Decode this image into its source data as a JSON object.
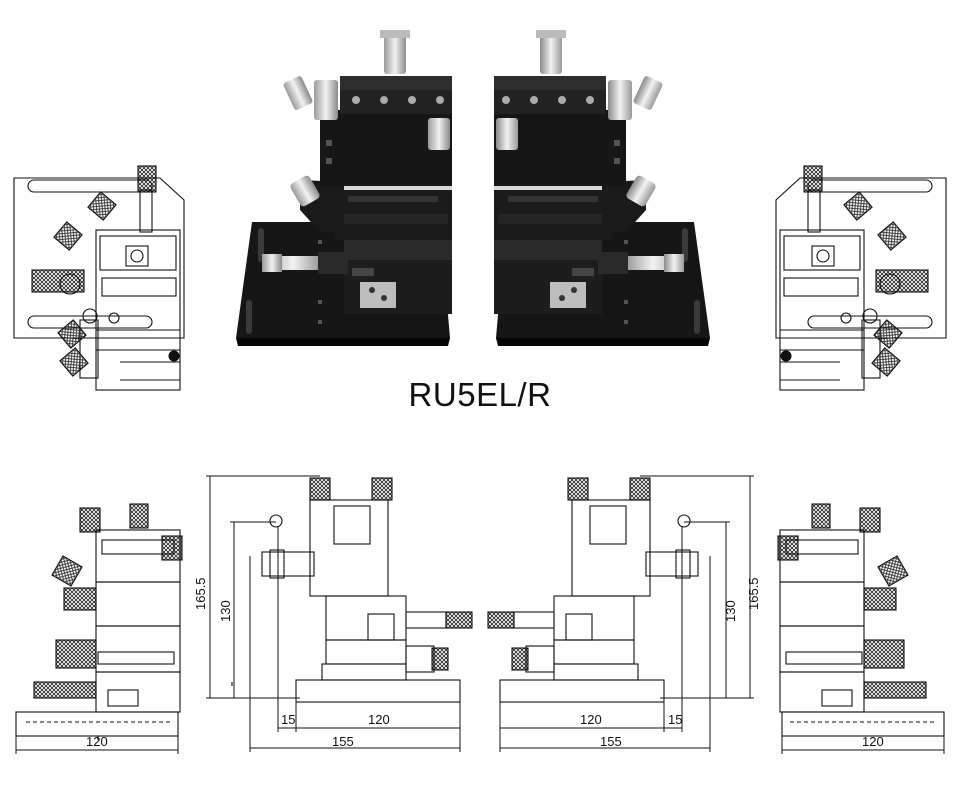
{
  "model": "RU5EL/R",
  "dimensions": {
    "front_left": {
      "total_height": "165.5",
      "height": "130",
      "offset": "15",
      "base": "120",
      "width": "155"
    },
    "front_right": {
      "total_height": "165.5",
      "height": "130",
      "offset": "15",
      "base": "120",
      "width": "155"
    },
    "side_left": {
      "width": "120"
    },
    "side_right": {
      "width": "120"
    }
  }
}
